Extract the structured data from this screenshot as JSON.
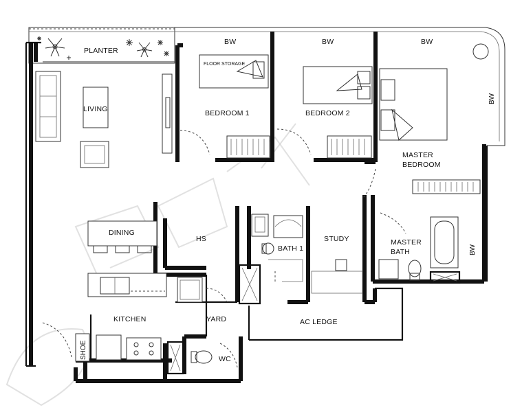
{
  "labels": {
    "planter": "PLANTER",
    "bw_bedroom1": "BW",
    "bw_bedroom2": "BW",
    "bw_master": "BW",
    "bw_right": "BW",
    "bw_bath": "BW",
    "floor_storage": "FLOOR STORAGE",
    "living": "LIVING",
    "bedroom1": "BEDROOM 1",
    "bedroom2": "BEDROOM 2",
    "master_bedroom_line1": "MASTER",
    "master_bedroom_line2": "BEDROOM",
    "dining": "DINING",
    "hs": "HS",
    "bath1": "BATH 1",
    "study": "STUDY",
    "master_bath_line1": "MASTER",
    "master_bath_line2": "BATH",
    "kitchen": "KITCHEN",
    "yard": "YARD",
    "ac_ledge": "AC LEDGE",
    "shoe": "SHOE",
    "wc": "WC"
  }
}
